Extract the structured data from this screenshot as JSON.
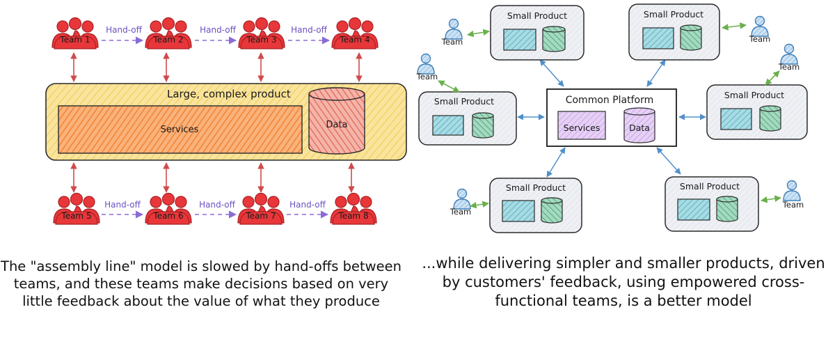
{
  "colors": {
    "team_red": "#e8373a",
    "handoff_purple": "#8b6cd6",
    "arrow_red": "#d04a4a",
    "large_fill": "#f6d77a",
    "services_hatch": "#f07a2a",
    "data_hatch": "#e0655a",
    "small_box": "#e8ebf0",
    "teal": "#5bb3c4",
    "green_db": "#4ea882",
    "person_blue": "#5b9fd8",
    "arrow_blue": "#4f8fc9",
    "arrow_green": "#6ab04c",
    "platform_purple": "#c9a6e6"
  },
  "left": {
    "product_title": "Large, complex product",
    "services_label": "Services",
    "data_label": "Data",
    "handoff_label": "Hand-off",
    "teams_top": [
      "Team 1",
      "Team 2",
      "Team 3",
      "Team 4"
    ],
    "teams_bottom": [
      "Team 5",
      "Team 6",
      "Team 7",
      "Team 8"
    ],
    "caption": "The \"assembly line\" model is slowed by hand-offs between teams, and these teams make decisions based on very little feedback about the value of what they produce"
  },
  "right": {
    "platform_title": "Common Platform",
    "platform_services": "Services",
    "platform_data": "Data",
    "small_product_label": "Small Product",
    "team_label": "Team",
    "caption": "...while delivering simpler and smaller products, driven by customers' feedback, using empowered cross-functional teams, is a better model"
  }
}
